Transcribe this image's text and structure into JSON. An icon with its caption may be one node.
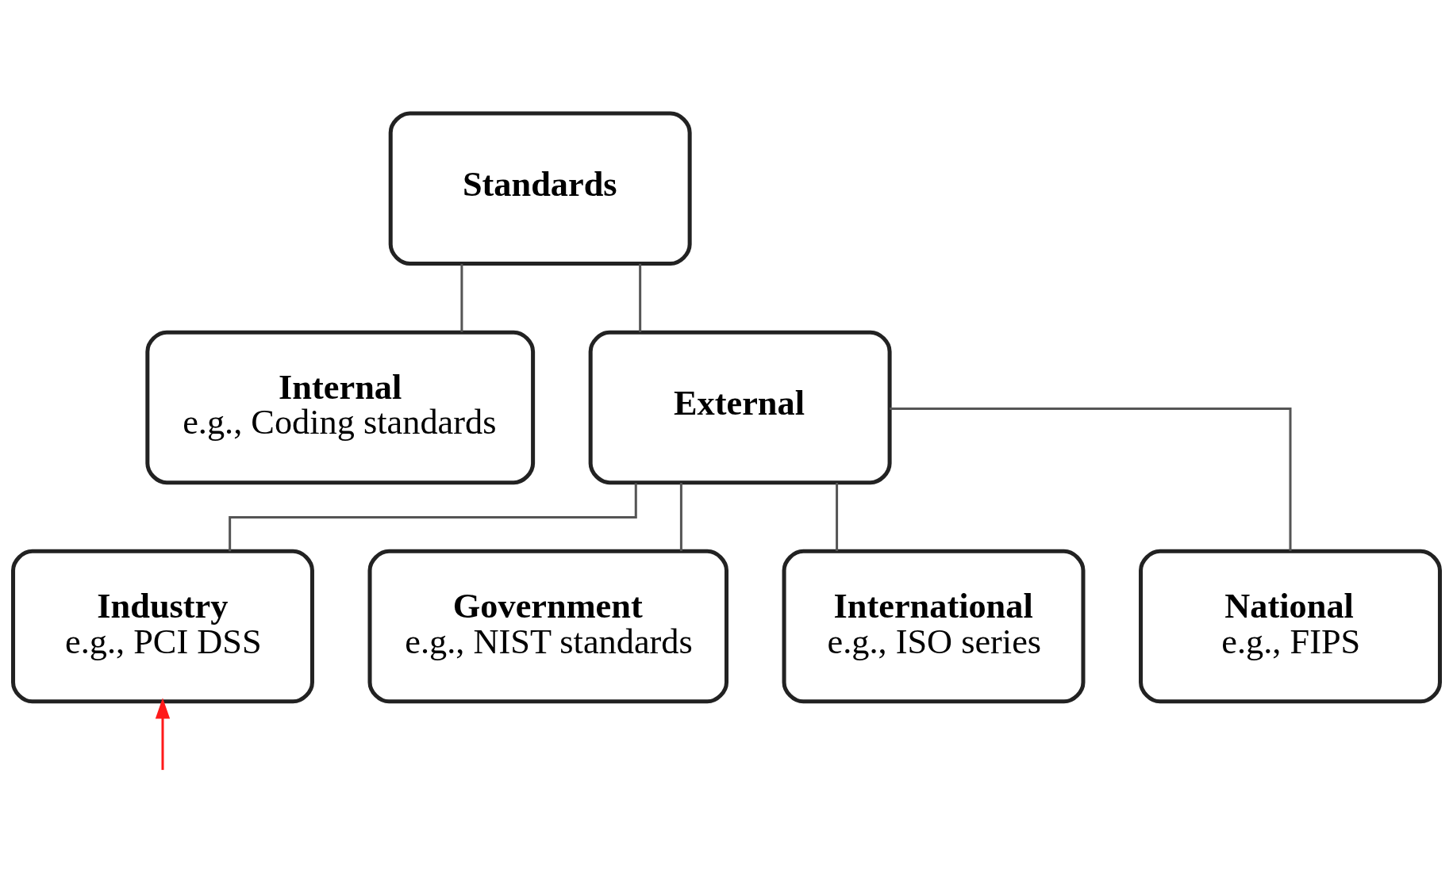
{
  "diagram": {
    "nodes": [
      {
        "text": [
          "Standards"
        ]
      },
      {
        "text": [
          "Internal",
          "e.g., Coding standards"
        ]
      },
      {
        "text": [
          "External"
        ]
      },
      {
        "text": [
          "Industry",
          "e.g., PCI DSS"
        ]
      },
      {
        "text": [
          "Government",
          "e.g., NIST standards"
        ]
      },
      {
        "text": [
          "International",
          "e.g., ISO series"
        ]
      },
      {
        "text": [
          "National",
          "e.g., FIPS"
        ]
      }
    ],
    "edges": [
      {
        "from": 0,
        "to": 1,
        "arrow": "none"
      },
      {
        "from": 0,
        "to": 2,
        "arrow": "none"
      },
      {
        "from": 2,
        "to": 3,
        "arrow": "none"
      },
      {
        "from": 2,
        "to": 4,
        "arrow": "none"
      },
      {
        "from": 2,
        "to": 5,
        "arrow": "none"
      },
      {
        "from": 2,
        "to": 6,
        "arrow": "none"
      },
      {
        "from": null,
        "to": 3,
        "arrow": "to",
        "color": "#ff1a1a"
      }
    ]
  }
}
